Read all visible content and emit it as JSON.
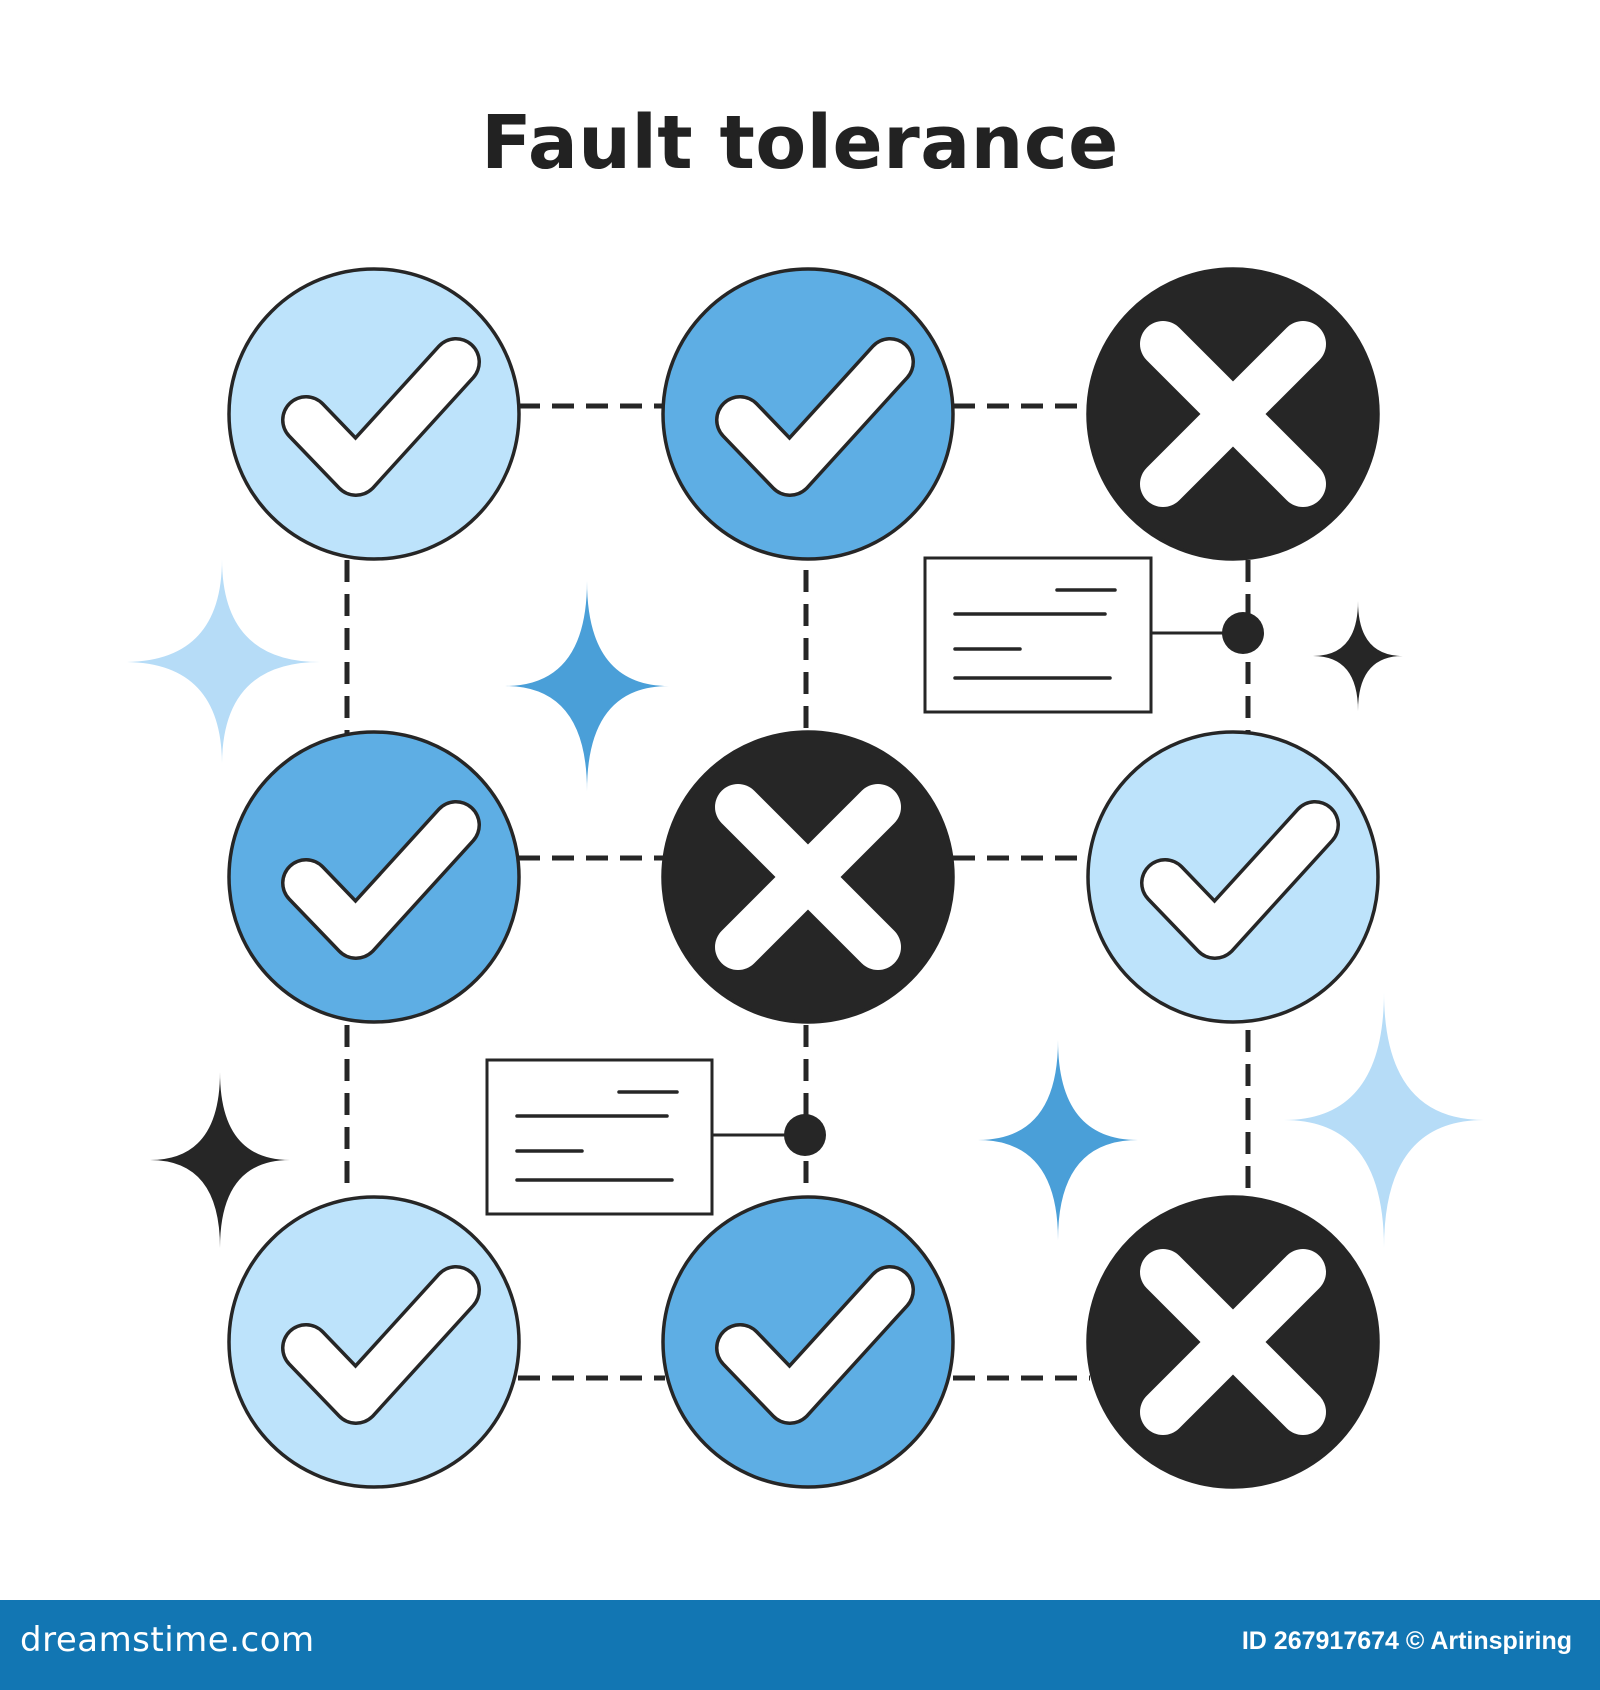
{
  "title": "Fault tolerance",
  "colors": {
    "light_blue": "#bde3fb",
    "medium_blue": "#5eaee4",
    "dark": "#262626",
    "sparkle_light": "#b6dcf7",
    "sparkle_blue": "#4a9fd8",
    "footer": "#1276b3"
  },
  "grid": {
    "nodes": [
      {
        "status": "ok",
        "fill": "light_blue",
        "icon": "checkmark-icon"
      },
      {
        "status": "ok",
        "fill": "medium_blue",
        "icon": "checkmark-icon"
      },
      {
        "status": "failed",
        "fill": "dark",
        "icon": "x-mark-icon"
      },
      {
        "status": "ok",
        "fill": "medium_blue",
        "icon": "checkmark-icon"
      },
      {
        "status": "failed",
        "fill": "dark",
        "icon": "x-mark-icon"
      },
      {
        "status": "ok",
        "fill": "light_blue",
        "icon": "checkmark-icon"
      },
      {
        "status": "ok",
        "fill": "light_blue",
        "icon": "checkmark-icon"
      },
      {
        "status": "ok",
        "fill": "medium_blue",
        "icon": "checkmark-icon"
      },
      {
        "status": "failed",
        "fill": "dark",
        "icon": "x-mark-icon"
      }
    ],
    "notes": [
      {
        "icon": "log-note-icon"
      },
      {
        "icon": "log-note-icon"
      }
    ]
  },
  "footer": {
    "logo": "dreamstime.com",
    "credit": "ID 267917674 © Artinspiring"
  }
}
